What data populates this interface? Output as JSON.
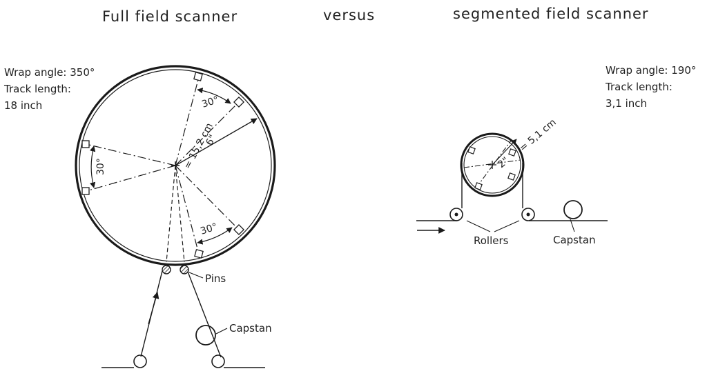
{
  "titles": {
    "left": "Full field scanner",
    "middle": "versus",
    "right": "segmented field scanner"
  },
  "full_field": {
    "wrap_angle": "Wrap angle: 350°",
    "track_length_label": "Track length:",
    "track_length_value": "18 inch",
    "diameter_in": "6\"",
    "diameter_cm": "= 15,2 cm",
    "angle_top": "30°",
    "angle_left": "30°",
    "angle_bottom": "30°",
    "pins_label": "Pins",
    "capstan_label": "Capstan"
  },
  "segmented_field": {
    "wrap_angle": "Wrap angle: 190°",
    "track_length_label": "Track length:",
    "track_length_value": "3,1 inch",
    "diameter_in": "2\"",
    "diameter_cm": "= 5,1 cm",
    "rollers_label": "Rollers",
    "capstan_label": "Capstan"
  }
}
